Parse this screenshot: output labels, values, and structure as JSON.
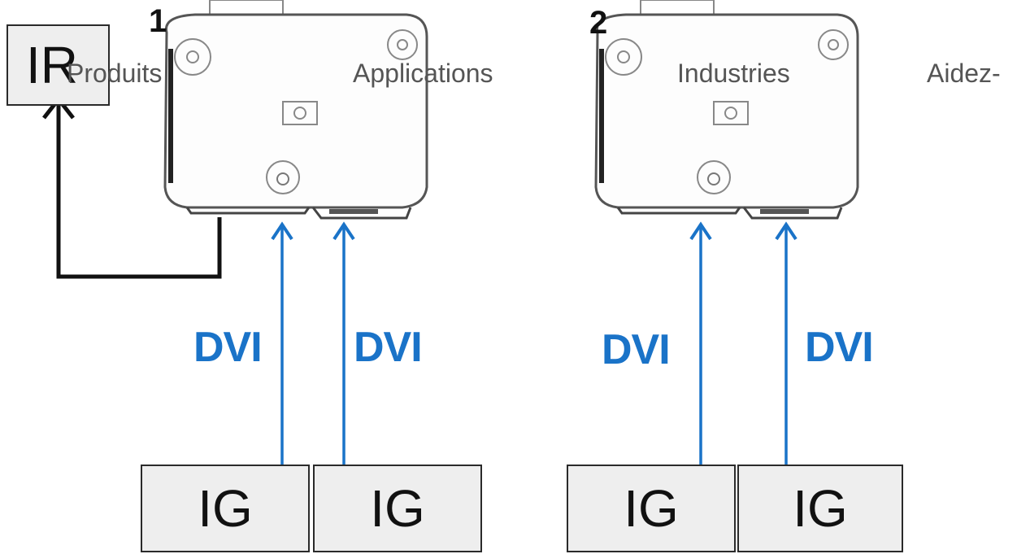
{
  "nav": {
    "items": [
      "Produits",
      "Applications",
      "Industries",
      "Aidez-"
    ]
  },
  "diagram": {
    "ir_label": "IR",
    "projector_numbers": [
      "1",
      "2"
    ],
    "signal_label": "DVI",
    "generator_label": "IG"
  },
  "colors": {
    "signal_arrow": "#1a73c8",
    "ir_line": "#111111",
    "box_fill": "#eeeeee",
    "nav_text": "#555555"
  }
}
